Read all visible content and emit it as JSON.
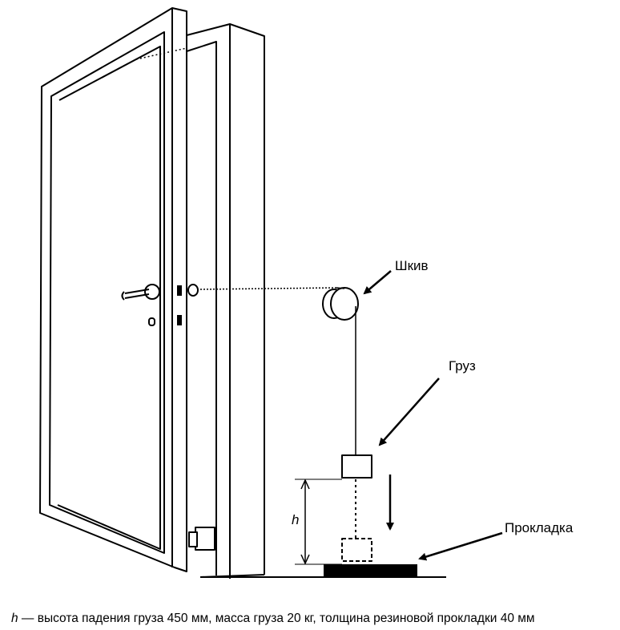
{
  "labels": {
    "pulley": "Шкив",
    "weight": "Груз",
    "pad": "Прокладка",
    "height_symbol": "h"
  },
  "caption": {
    "symbol": "h",
    "text": " — высота падения груза 450 мм, масса груза 20 кг, толщина резиновой прокладки 40 мм"
  }
}
